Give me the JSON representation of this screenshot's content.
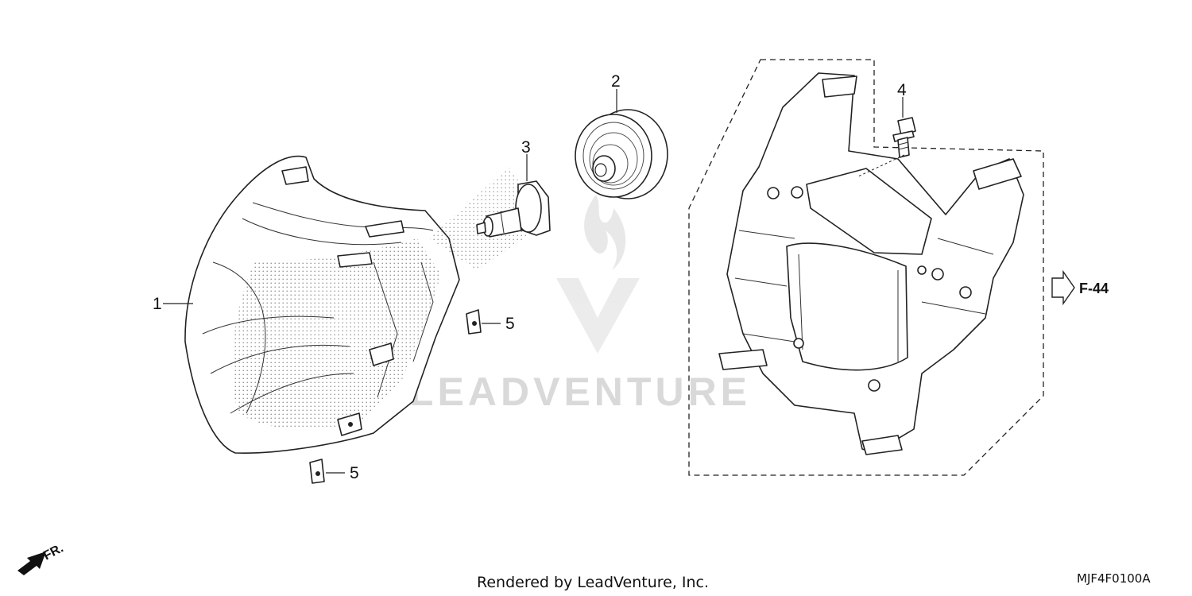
{
  "diagram": {
    "parts": [
      {
        "id": "1",
        "label": "1"
      },
      {
        "id": "2",
        "label": "2"
      },
      {
        "id": "3",
        "label": "3"
      },
      {
        "id": "4",
        "label": "4"
      },
      {
        "id": "5a",
        "label": "5"
      },
      {
        "id": "5b",
        "label": "5"
      }
    ],
    "reference": "F-44",
    "front_marker": "FR.",
    "watermark": "LEADVENTURE",
    "footer_credit": "Rendered by LeadVenture, Inc.",
    "diagram_code": "MJF4F0100A"
  },
  "colors": {
    "line": "#222222",
    "watermark": "#d9d9d9",
    "background": "#ffffff"
  }
}
